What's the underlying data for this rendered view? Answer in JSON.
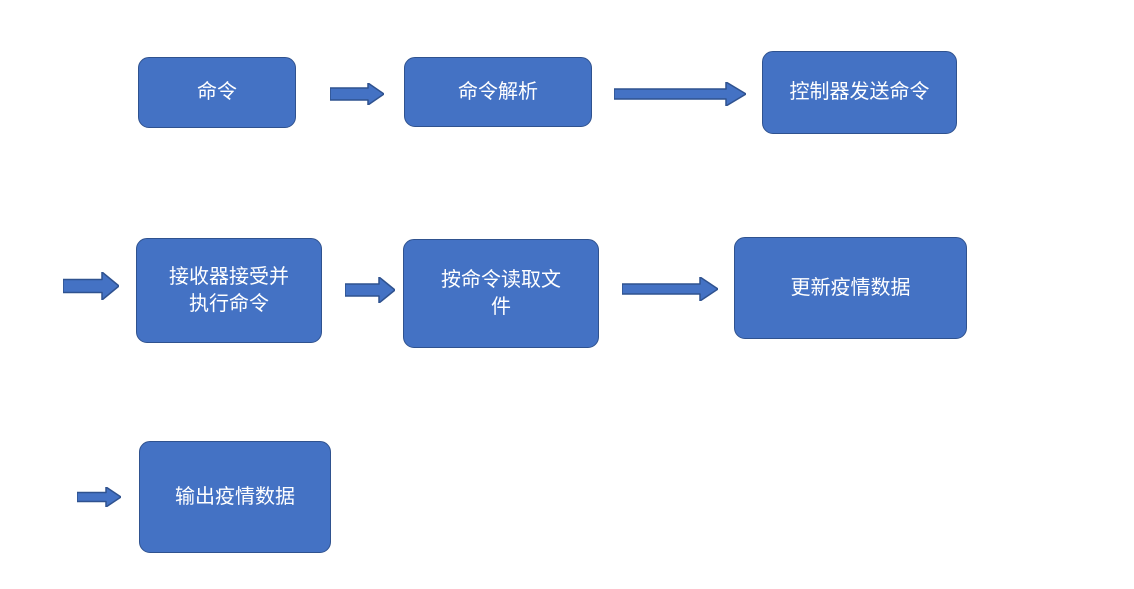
{
  "diagram": {
    "nodes": [
      {
        "label": "命令"
      },
      {
        "label": "命令解析"
      },
      {
        "label": "控制器发送命令"
      },
      {
        "label": "接收器接受并\n执行命令"
      },
      {
        "label": "按命令读取文\n件"
      },
      {
        "label": "更新疫情数据"
      },
      {
        "label": "输出疫情数据"
      }
    ],
    "arrows": [
      {
        "direction": "right"
      },
      {
        "direction": "right"
      },
      {
        "direction": "right"
      },
      {
        "direction": "right"
      },
      {
        "direction": "right"
      },
      {
        "direction": "right"
      }
    ]
  },
  "colors": {
    "node_fill": "#4472C4",
    "node_border": "#2F528F",
    "node_text": "#FFFFFF",
    "background": "#FFFFFF"
  }
}
